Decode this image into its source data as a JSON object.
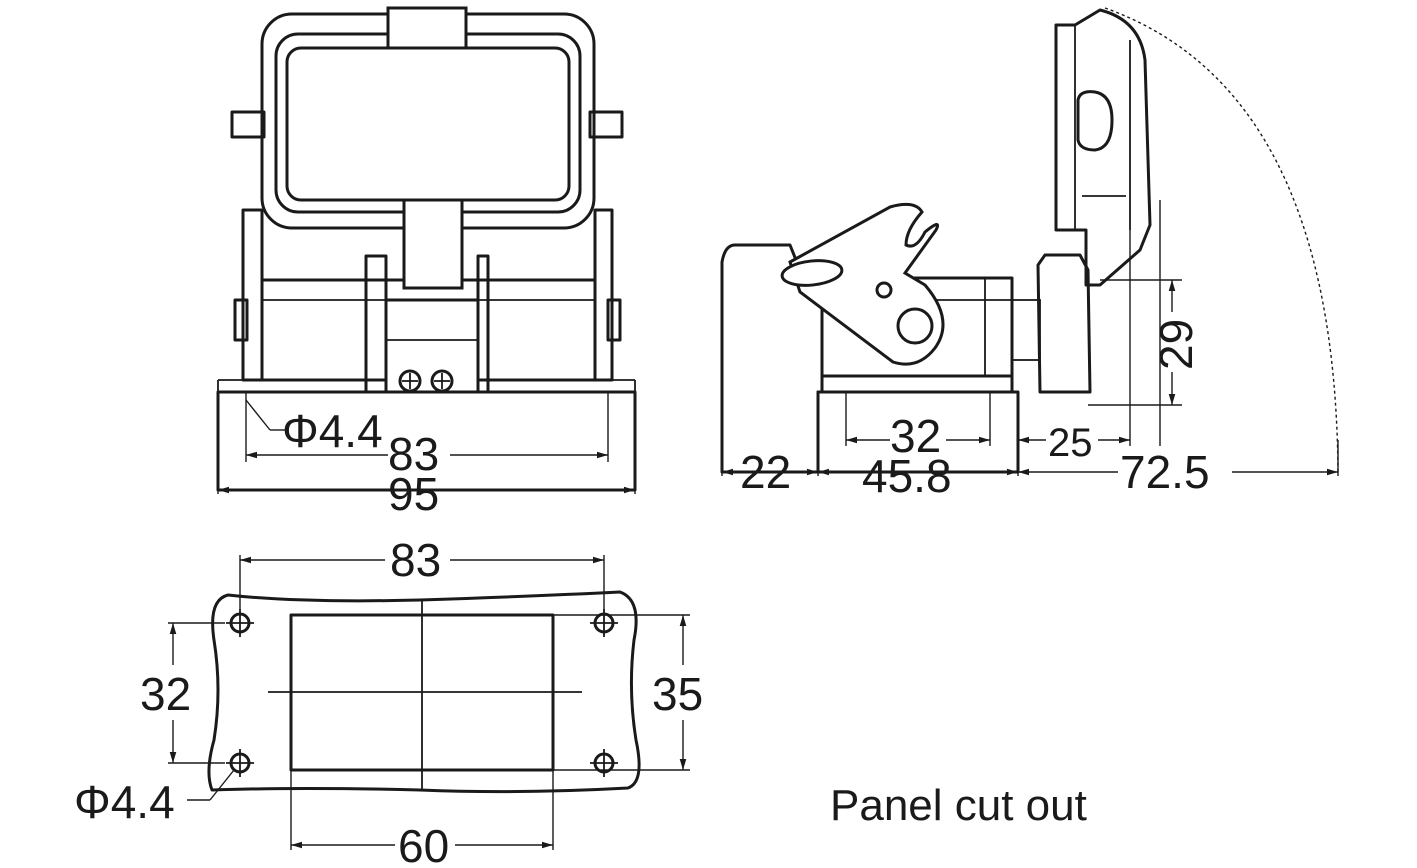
{
  "front_view": {
    "hole_diameter": "Φ4.4",
    "hole_spacing": "83",
    "overall_width": "95"
  },
  "side_view": {
    "dim_left": "22",
    "dim_base": "45.8",
    "dim_inner": "32",
    "dim_cover": "25",
    "dim_total": "72.5",
    "dim_height": "29"
  },
  "panel_cutout": {
    "caption": "Panel cut out",
    "hole_spacing_x": "83",
    "hole_spacing_y": "32",
    "cutout_height": "35",
    "cutout_width": "60",
    "hole_diameter": "Φ4.4"
  }
}
